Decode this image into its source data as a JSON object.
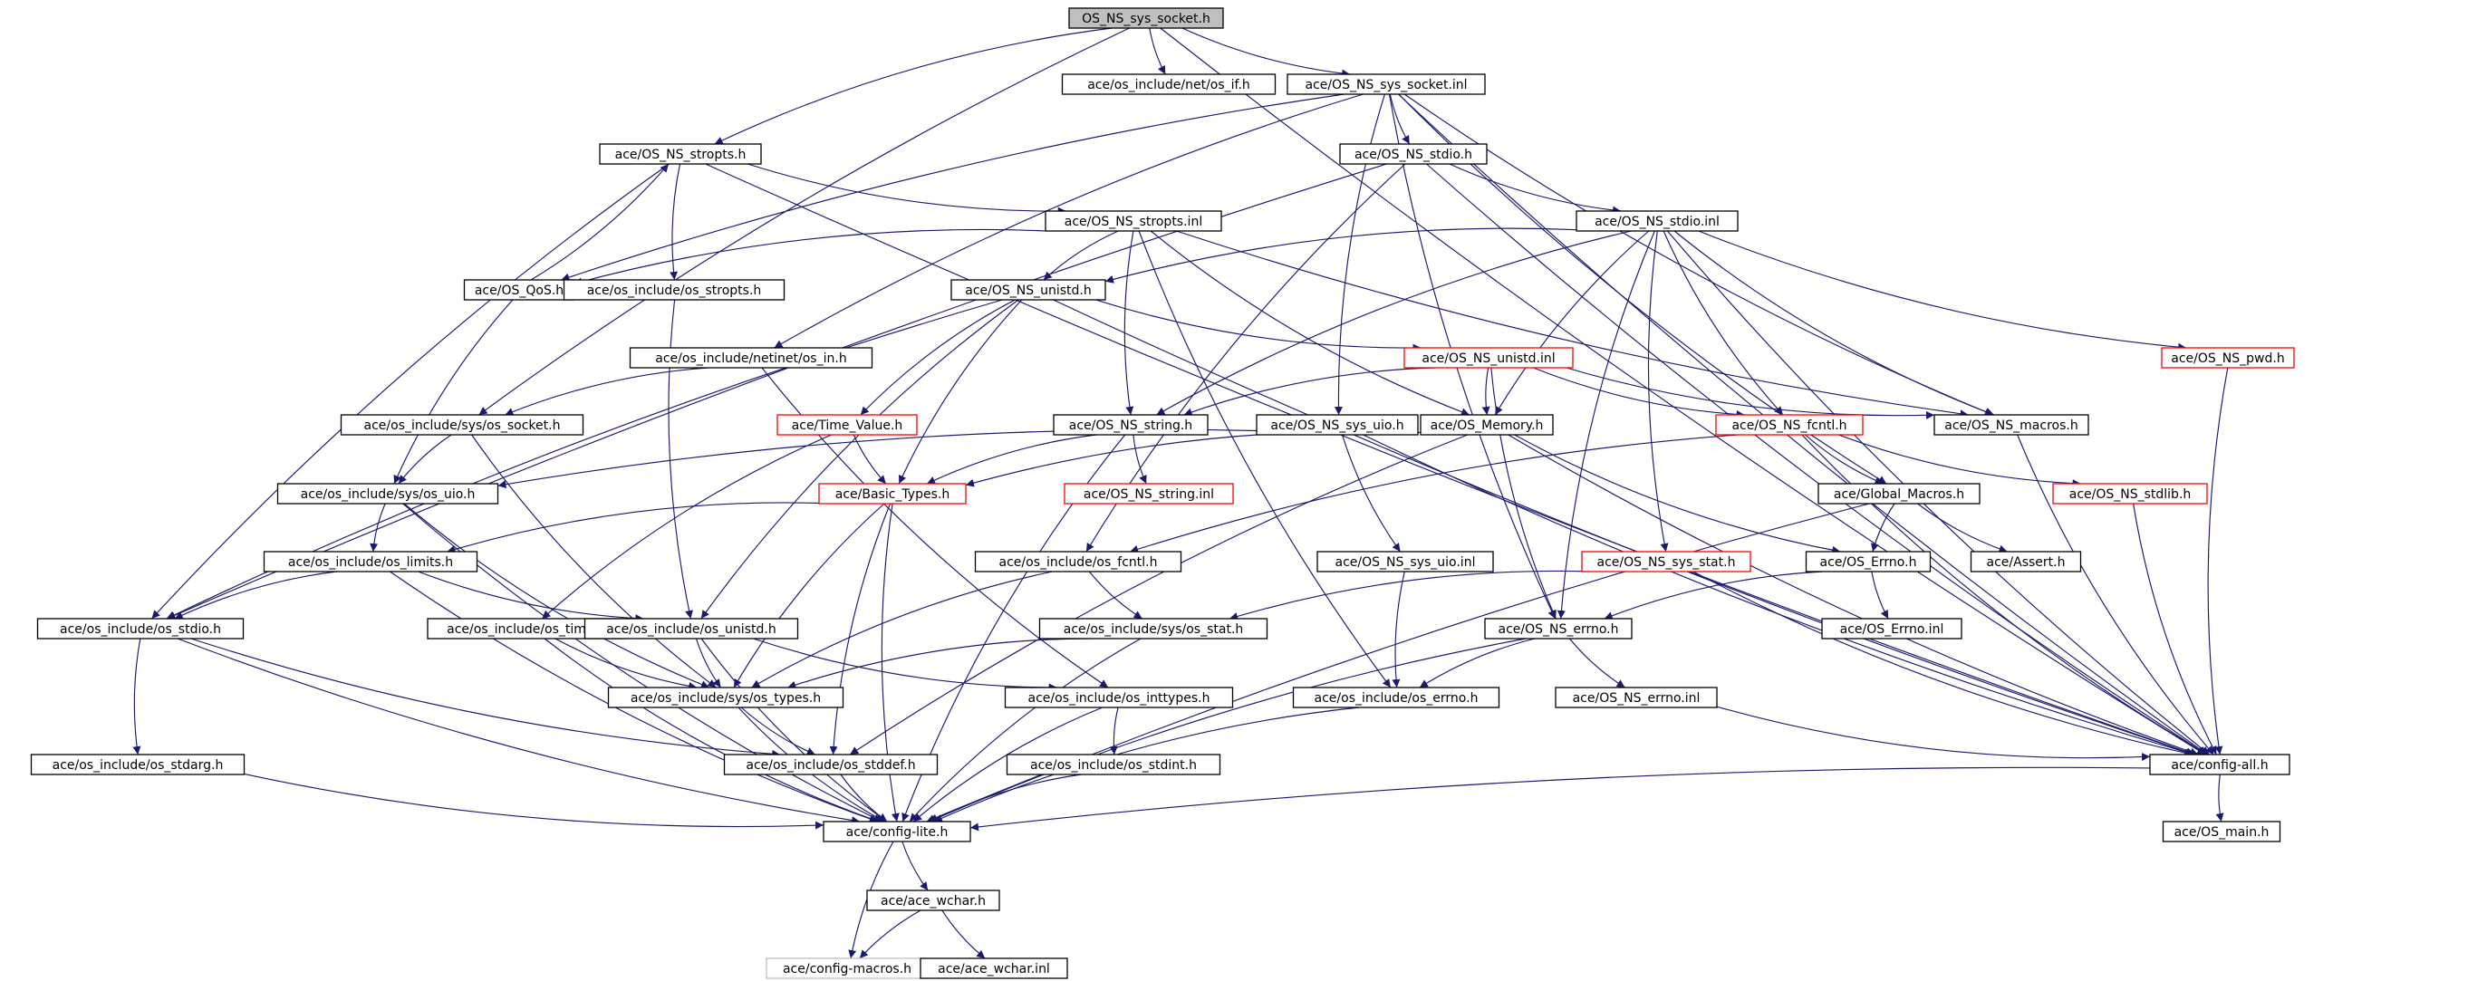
{
  "diagram": {
    "type": "include-dependency-graph",
    "colors": {
      "edge": "#191970",
      "node_border": "#000000",
      "node_border_truncated": "#ff0000",
      "node_border_missing": "#bfbfbf",
      "root_fill": "#bfbfbf",
      "node_fill": "#ffffff"
    },
    "nodes": [
      {
        "id": "root",
        "label": "OS_NS_sys_socket.h",
        "kind": "root"
      },
      {
        "id": "os_if",
        "label": "ace/os_include/net/os_if.h",
        "kind": "normal"
      },
      {
        "id": "sock_inl",
        "label": "ace/OS_NS_sys_socket.inl",
        "kind": "normal"
      },
      {
        "id": "stropts",
        "label": "ace/OS_NS_stropts.h",
        "kind": "normal"
      },
      {
        "id": "stdio_h",
        "label": "ace/OS_NS_stdio.h",
        "kind": "normal"
      },
      {
        "id": "stropts_inl",
        "label": "ace/OS_NS_stropts.inl",
        "kind": "normal"
      },
      {
        "id": "stdio_inl",
        "label": "ace/OS_NS_stdio.inl",
        "kind": "normal"
      },
      {
        "id": "qos",
        "label": "ace/OS_QoS.h",
        "kind": "normal"
      },
      {
        "id": "os_stropts",
        "label": "ace/os_include/os_stropts.h",
        "kind": "normal"
      },
      {
        "id": "unistd_h",
        "label": "ace/OS_NS_unistd.h",
        "kind": "normal"
      },
      {
        "id": "netinet_in",
        "label": "ace/os_include/netinet/os_in.h",
        "kind": "normal"
      },
      {
        "id": "unistd_inl",
        "label": "ace/OS_NS_unistd.inl",
        "kind": "truncated"
      },
      {
        "id": "pwd",
        "label": "ace/OS_NS_pwd.h",
        "kind": "truncated"
      },
      {
        "id": "sys_socket",
        "label": "ace/os_include/sys/os_socket.h",
        "kind": "normal"
      },
      {
        "id": "time_value",
        "label": "ace/Time_Value.h",
        "kind": "truncated"
      },
      {
        "id": "string_h",
        "label": "ace/OS_NS_string.h",
        "kind": "normal"
      },
      {
        "id": "sys_uio_h",
        "label": "ace/OS_NS_sys_uio.h",
        "kind": "normal"
      },
      {
        "id": "memory",
        "label": "ace/OS_Memory.h",
        "kind": "normal"
      },
      {
        "id": "fcntl_h",
        "label": "ace/OS_NS_fcntl.h",
        "kind": "truncated"
      },
      {
        "id": "macros",
        "label": "ace/OS_NS_macros.h",
        "kind": "normal"
      },
      {
        "id": "os_uio",
        "label": "ace/os_include/sys/os_uio.h",
        "kind": "normal"
      },
      {
        "id": "basic_types",
        "label": "ace/Basic_Types.h",
        "kind": "truncated"
      },
      {
        "id": "string_inl",
        "label": "ace/OS_NS_string.inl",
        "kind": "truncated"
      },
      {
        "id": "global_macros",
        "label": "ace/Global_Macros.h",
        "kind": "normal"
      },
      {
        "id": "stdlib",
        "label": "ace/OS_NS_stdlib.h",
        "kind": "truncated"
      },
      {
        "id": "os_limits",
        "label": "ace/os_include/os_limits.h",
        "kind": "normal"
      },
      {
        "id": "os_fcntl",
        "label": "ace/os_include/os_fcntl.h",
        "kind": "normal"
      },
      {
        "id": "sys_uio_inl",
        "label": "ace/OS_NS_sys_uio.inl",
        "kind": "normal"
      },
      {
        "id": "sys_stat_h",
        "label": "ace/OS_NS_sys_stat.h",
        "kind": "truncated"
      },
      {
        "id": "errno_ace",
        "label": "ace/OS_Errno.h",
        "kind": "normal"
      },
      {
        "id": "assert",
        "label": "ace/Assert.h",
        "kind": "normal"
      },
      {
        "id": "os_stdio",
        "label": "ace/os_include/os_stdio.h",
        "kind": "normal"
      },
      {
        "id": "os_time",
        "label": "ace/os_include/os_time.h",
        "kind": "normal"
      },
      {
        "id": "os_unistd",
        "label": "ace/os_include/os_unistd.h",
        "kind": "normal"
      },
      {
        "id": "os_sys_stat",
        "label": "ace/os_include/sys/os_stat.h",
        "kind": "normal"
      },
      {
        "id": "ns_errno_h",
        "label": "ace/OS_NS_errno.h",
        "kind": "normal"
      },
      {
        "id": "errno_inl",
        "label": "ace/OS_Errno.inl",
        "kind": "normal"
      },
      {
        "id": "sys_types",
        "label": "ace/os_include/sys/os_types.h",
        "kind": "normal"
      },
      {
        "id": "inttypes",
        "label": "ace/os_include/os_inttypes.h",
        "kind": "normal"
      },
      {
        "id": "os_errno",
        "label": "ace/os_include/os_errno.h",
        "kind": "normal"
      },
      {
        "id": "ns_errno_inl",
        "label": "ace/OS_NS_errno.inl",
        "kind": "normal"
      },
      {
        "id": "stdarg",
        "label": "ace/os_include/os_stdarg.h",
        "kind": "normal"
      },
      {
        "id": "stddef",
        "label": "ace/os_include/os_stddef.h",
        "kind": "normal"
      },
      {
        "id": "stdint",
        "label": "ace/os_include/os_stdint.h",
        "kind": "normal"
      },
      {
        "id": "config_all",
        "label": "ace/config-all.h",
        "kind": "normal"
      },
      {
        "id": "config_lite",
        "label": "ace/config-lite.h",
        "kind": "normal"
      },
      {
        "id": "os_main",
        "label": "ace/OS_main.h",
        "kind": "normal"
      },
      {
        "id": "ace_wchar",
        "label": "ace/ace_wchar.h",
        "kind": "normal"
      },
      {
        "id": "config_macros",
        "label": "ace/config-macros.h",
        "kind": "missing"
      },
      {
        "id": "ace_wchar_inl",
        "label": "ace/ace_wchar.inl",
        "kind": "normal"
      }
    ],
    "edges": [
      [
        "root",
        "os_if"
      ],
      [
        "root",
        "sock_inl"
      ],
      [
        "root",
        "stropts"
      ],
      [
        "root",
        "sys_socket"
      ],
      [
        "root",
        "config_all"
      ],
      [
        "sock_inl",
        "stdio_h"
      ],
      [
        "sock_inl",
        "qos"
      ],
      [
        "sock_inl",
        "netinet_in"
      ],
      [
        "sock_inl",
        "sys_uio_h"
      ],
      [
        "sock_inl",
        "macros"
      ],
      [
        "sock_inl",
        "ns_errno_h"
      ],
      [
        "sock_inl",
        "global_macros"
      ],
      [
        "sock_inl",
        "config_all"
      ],
      [
        "stropts",
        "stropts_inl"
      ],
      [
        "stropts",
        "os_stropts"
      ],
      [
        "stropts",
        "os_stdio"
      ],
      [
        "stropts",
        "config_all"
      ],
      [
        "stdio_h",
        "stdio_inl"
      ],
      [
        "stdio_h",
        "os_stdio"
      ],
      [
        "stdio_h",
        "os_fcntl"
      ],
      [
        "stdio_h",
        "config_all"
      ],
      [
        "stropts_inl",
        "qos"
      ],
      [
        "stropts_inl",
        "unistd_h"
      ],
      [
        "stropts_inl",
        "string_h"
      ],
      [
        "stropts_inl",
        "memory"
      ],
      [
        "stropts_inl",
        "macros"
      ],
      [
        "stropts_inl",
        "os_errno"
      ],
      [
        "stdio_inl",
        "unistd_h"
      ],
      [
        "stdio_inl",
        "string_h"
      ],
      [
        "stdio_inl",
        "memory"
      ],
      [
        "stdio_inl",
        "fcntl_h"
      ],
      [
        "stdio_inl",
        "macros"
      ],
      [
        "stdio_inl",
        "pwd"
      ],
      [
        "stdio_inl",
        "ns_errno_h"
      ],
      [
        "stdio_inl",
        "sys_stat_h"
      ],
      [
        "stdio_inl",
        "config_all"
      ],
      [
        "qos",
        "stropts"
      ],
      [
        "qos",
        "os_uio"
      ],
      [
        "os_stropts",
        "os_unistd"
      ],
      [
        "unistd_h",
        "time_value"
      ],
      [
        "unistd_h",
        "basic_types"
      ],
      [
        "unistd_h",
        "unistd_inl"
      ],
      [
        "unistd_h",
        "os_unistd"
      ],
      [
        "unistd_h",
        "os_stdio"
      ],
      [
        "unistd_h",
        "config_all"
      ],
      [
        "netinet_in",
        "sys_socket"
      ],
      [
        "netinet_in",
        "inttypes"
      ],
      [
        "unistd_inl",
        "string_h"
      ],
      [
        "unistd_inl",
        "memory"
      ],
      [
        "unistd_inl",
        "fcntl_h"
      ],
      [
        "unistd_inl",
        "macros"
      ],
      [
        "unistd_inl",
        "ns_errno_h"
      ],
      [
        "pwd",
        "config_all"
      ],
      [
        "sys_socket",
        "os_uio"
      ],
      [
        "sys_socket",
        "sys_types"
      ],
      [
        "time_value",
        "basic_types"
      ],
      [
        "time_value",
        "os_time"
      ],
      [
        "string_h",
        "basic_types"
      ],
      [
        "string_h",
        "string_inl"
      ],
      [
        "string_h",
        "config_lite"
      ],
      [
        "sys_uio_h",
        "os_uio"
      ],
      [
        "sys_uio_h",
        "sys_uio_inl"
      ],
      [
        "sys_uio_h",
        "config_all"
      ],
      [
        "memory",
        "errno_ace"
      ],
      [
        "memory",
        "basic_types"
      ],
      [
        "memory",
        "stddef"
      ],
      [
        "memory",
        "config_all"
      ],
      [
        "fcntl_h",
        "global_macros"
      ],
      [
        "fcntl_h",
        "stdlib"
      ],
      [
        "fcntl_h",
        "os_fcntl"
      ],
      [
        "fcntl_h",
        "config_all"
      ],
      [
        "macros",
        "config_all"
      ],
      [
        "os_uio",
        "os_limits"
      ],
      [
        "os_uio",
        "sys_types"
      ],
      [
        "os_uio",
        "config_lite"
      ],
      [
        "basic_types",
        "os_limits"
      ],
      [
        "basic_types",
        "sys_types"
      ],
      [
        "basic_types",
        "stddef"
      ],
      [
        "basic_types",
        "config_lite"
      ],
      [
        "global_macros",
        "errno_ace"
      ],
      [
        "global_macros",
        "assert"
      ],
      [
        "global_macros",
        "config_lite"
      ],
      [
        "stdlib",
        "config_all"
      ],
      [
        "os_limits",
        "os_stdio"
      ],
      [
        "os_limits",
        "os_unistd"
      ],
      [
        "os_limits",
        "config_lite"
      ],
      [
        "os_fcntl",
        "os_sys_stat"
      ],
      [
        "os_fcntl",
        "sys_types"
      ],
      [
        "sys_uio_inl",
        "os_errno"
      ],
      [
        "sys_stat_h",
        "os_sys_stat"
      ],
      [
        "sys_stat_h",
        "config_all"
      ],
      [
        "errno_ace",
        "ns_errno_h"
      ],
      [
        "errno_ace",
        "errno_inl"
      ],
      [
        "os_stdio",
        "stdarg"
      ],
      [
        "os_stdio",
        "stddef"
      ],
      [
        "os_stdio",
        "config_lite"
      ],
      [
        "os_time",
        "sys_types"
      ],
      [
        "os_time",
        "config_lite"
      ],
      [
        "os_unistd",
        "sys_types"
      ],
      [
        "os_unistd",
        "inttypes"
      ],
      [
        "os_unistd",
        "config_lite"
      ],
      [
        "os_sys_stat",
        "sys_types"
      ],
      [
        "os_sys_stat",
        "config_lite"
      ],
      [
        "ns_errno_h",
        "os_errno"
      ],
      [
        "ns_errno_h",
        "ns_errno_inl"
      ],
      [
        "ns_errno_h",
        "config_lite"
      ],
      [
        "sys_types",
        "stddef"
      ],
      [
        "sys_types",
        "config_lite"
      ],
      [
        "inttypes",
        "stdint"
      ],
      [
        "inttypes",
        "config_lite"
      ],
      [
        "os_errno",
        "config_lite"
      ],
      [
        "ns_errno_inl",
        "config_all"
      ],
      [
        "stdarg",
        "config_lite"
      ],
      [
        "stddef",
        "config_lite"
      ],
      [
        "stdint",
        "config_lite"
      ],
      [
        "config_all",
        "config_lite"
      ],
      [
        "config_all",
        "os_main"
      ],
      [
        "config_lite",
        "ace_wchar"
      ],
      [
        "config_lite",
        "config_macros"
      ],
      [
        "ace_wchar",
        "config_macros"
      ],
      [
        "ace_wchar",
        "ace_wchar_inl"
      ]
    ]
  }
}
